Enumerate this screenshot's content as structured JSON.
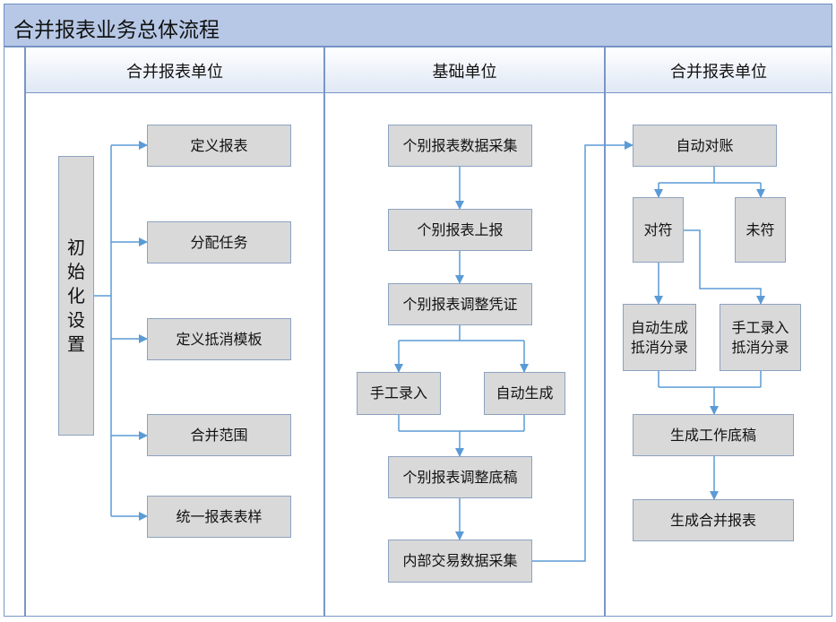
{
  "title": "合并报表业务总体流程",
  "lanes": [
    {
      "label": "合并报表单位"
    },
    {
      "label": "基础单位"
    },
    {
      "label": "合并报表单位"
    }
  ],
  "nodes": {
    "init": "初始化设置",
    "define_report": "定义报表",
    "assign_task": "分配任务",
    "define_template": "定义抵消模板",
    "merge_scope": "合并范围",
    "unified_style": "统一报表表样",
    "collect": "个别报表数据采集",
    "submit": "个别报表上报",
    "adjust_voucher": "个别报表调整凭证",
    "manual_entry": "手工录入",
    "auto_gen": "自动生成",
    "adjust_draft": "个别报表调整底稿",
    "internal_collect": "内部交易数据采集",
    "auto_reconcile": "自动对账",
    "match": "对符",
    "unmatch": "未符",
    "auto_offset": "自动生成抵消分录",
    "manual_offset": "手工录入抵消分录",
    "gen_workpaper": "生成工作底稿",
    "gen_report": "生成合并报表"
  },
  "colors": {
    "connector": "#5b9bd5",
    "box_fill": "#d9d9d9",
    "title_fill": "#b7c8e6"
  }
}
